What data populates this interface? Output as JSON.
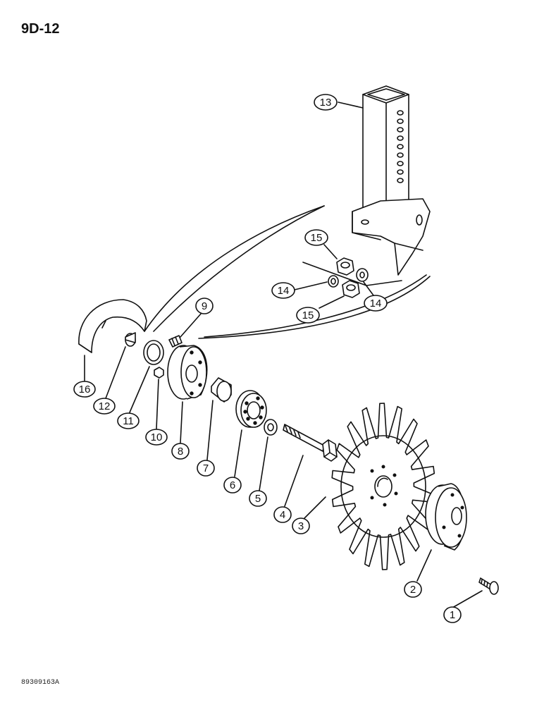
{
  "header": {
    "page_number": "9D-12"
  },
  "footer": {
    "drawing_code": "89309163A"
  },
  "callouts": [
    {
      "id": "1",
      "label": "1"
    },
    {
      "id": "2",
      "label": "2"
    },
    {
      "id": "3",
      "label": "3"
    },
    {
      "id": "4",
      "label": "4"
    },
    {
      "id": "5",
      "label": "5"
    },
    {
      "id": "6",
      "label": "6"
    },
    {
      "id": "7",
      "label": "7"
    },
    {
      "id": "8",
      "label": "8"
    },
    {
      "id": "9",
      "label": "9"
    },
    {
      "id": "10",
      "label": "10"
    },
    {
      "id": "11",
      "label": "11"
    },
    {
      "id": "12",
      "label": "12"
    },
    {
      "id": "13",
      "label": "13"
    },
    {
      "id": "14a",
      "label": "14"
    },
    {
      "id": "14b",
      "label": "14"
    },
    {
      "id": "15a",
      "label": "15"
    },
    {
      "id": "15b",
      "label": "15"
    },
    {
      "id": "16",
      "label": "16"
    }
  ]
}
